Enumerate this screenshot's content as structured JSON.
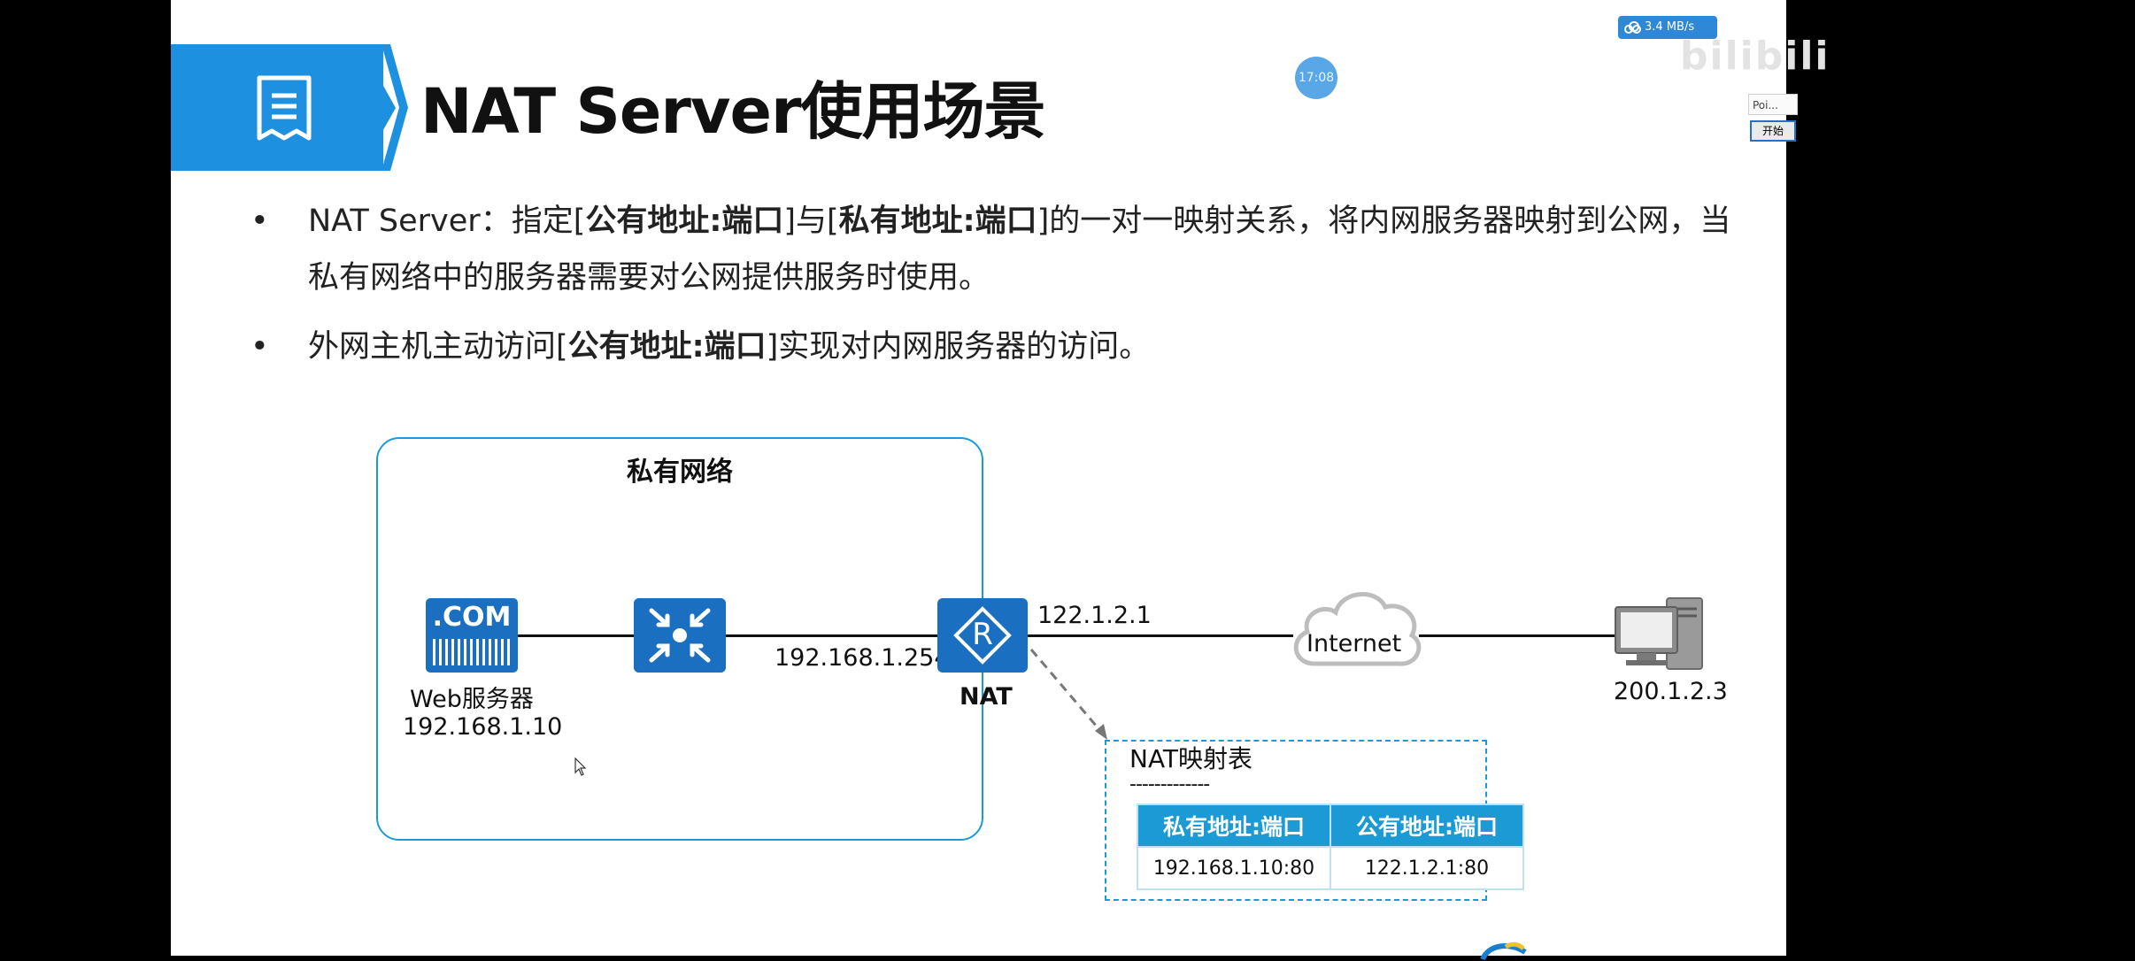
{
  "slide": {
    "title": "NAT Server使用场景",
    "bullets": [
      {
        "segments": [
          {
            "text": "NAT Server：指定[",
            "bold": false
          },
          {
            "text": "公有地址:端口",
            "bold": true
          },
          {
            "text": "]与[",
            "bold": false
          },
          {
            "text": "私有地址:端口",
            "bold": true
          },
          {
            "text": "]的一对一映射关系，将内网服务器映射到公网，当私有网络中的服务器需要对公网提供服务时使用。",
            "bold": false
          }
        ]
      },
      {
        "segments": [
          {
            "text": "外网主机主动访问[",
            "bold": false
          },
          {
            "text": "公有地址:端口",
            "bold": true
          },
          {
            "text": "]实现对内网服务器的访问。",
            "bold": false
          }
        ]
      }
    ]
  },
  "diagram": {
    "private_network_label": "私有网络",
    "server_icon_text": ".COM",
    "server_name": "Web服务器",
    "server_ip": "192.168.1.10",
    "router_inside_ip": "192.168.1.254",
    "router_name": "NAT",
    "router_outside_ip": "122.1.2.1",
    "cloud_label": "Internet",
    "host_ip": "200.1.2.3",
    "router_symbol": "R",
    "mapping_table": {
      "title": "NAT映射表",
      "separator": "-------------",
      "headers": [
        "私有地址:端口",
        "公有地址:端口"
      ],
      "rows": [
        [
          "192.168.1.10:80",
          "122.1.2.1:80"
        ]
      ]
    }
  },
  "overlay": {
    "time_badge": "17:08",
    "speed_text": "3.4 MB/s",
    "watermark": "bilibili",
    "mini_window_label": "Poi...",
    "mini_start_button": "开始"
  },
  "colors": {
    "accent_blue": "#1e90e0",
    "icon_blue": "#1a6fc1",
    "table_header": "#1b9ad6"
  }
}
